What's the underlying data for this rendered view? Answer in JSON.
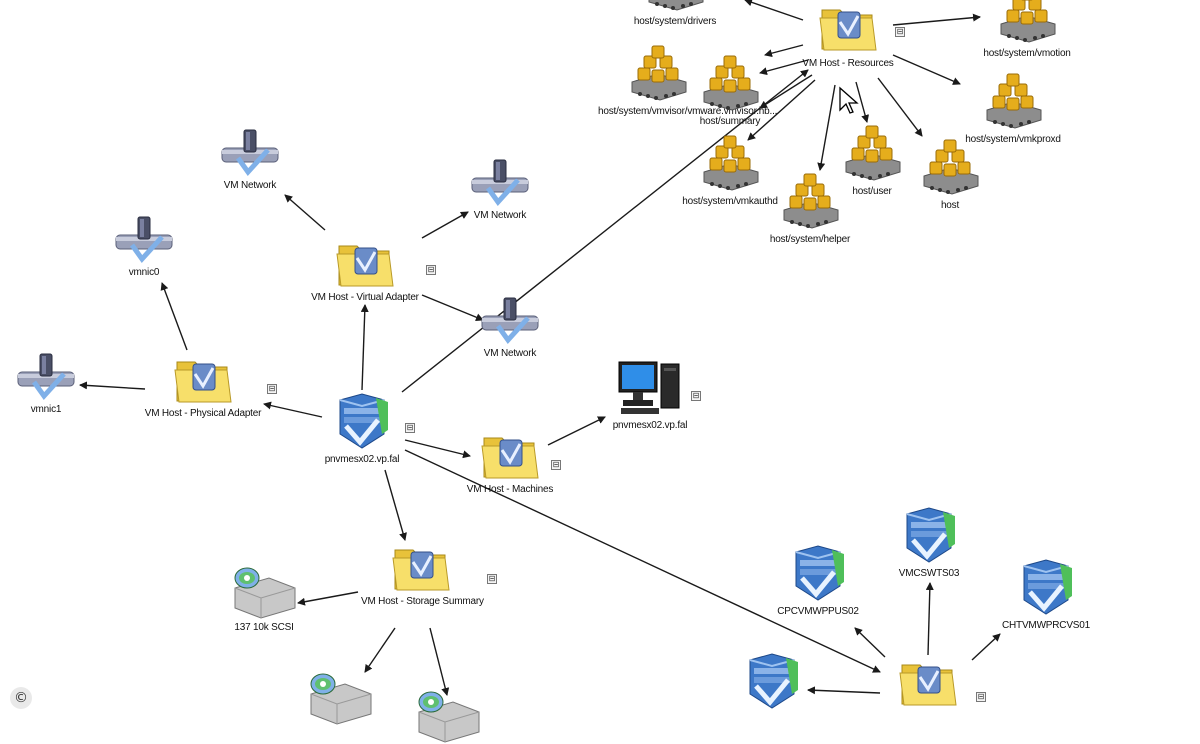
{
  "nodes": {
    "vm_network_top_left": "VM Network",
    "vm_network_top_right": "VM Network",
    "vmnic0": "vmnic0",
    "vmnic1": "vmnic1",
    "virtual_adapter": "VM Host - Virtual Adapter",
    "physical_adapter": "VM Host - Physical Adapter",
    "vm_network_mid": "VM Network",
    "host": "pnvmesx02.vp.fal",
    "vm_machines": "VM Host - Machines",
    "pc": "pnvmesx02.vp.fal",
    "storage_summary": "VM Host - Storage Summary",
    "disk": "137 10k SCSI",
    "resources": "VM Host - Resources",
    "res_top": "host/system/drivers",
    "res_left": "host/system/vmvisor/vmware.vmvisor.hb...",
    "res_host_summary": "host/summary",
    "res_vmkauthd": "host/system/vmkauthd",
    "res_helper": "host/system/helper",
    "res_user": "host/user",
    "res_host": "host",
    "res_upper_right": "host/system/vmotion",
    "res_right": "host/system/vmkproxd",
    "srv_left": "CPCVMWPPUS02",
    "srv_mid": "VMCSWTS03",
    "srv_right": "CHTVMWPRCVS01"
  },
  "icons": {
    "network": "network-adapter-icon",
    "folder": "folder-icon",
    "server": "server-icon",
    "computer": "computer-icon",
    "disk": "disk-drive-icon",
    "resource": "resource-pool-icon"
  },
  "expand_symbol": "⊟",
  "copyright_symbol": "©",
  "colors": {
    "edge": "#1a1a1a",
    "folder": "#f4d44a",
    "server_blue": "#3d78c8",
    "gold": "#e0a818",
    "network_metal": "#8a8fa6"
  }
}
